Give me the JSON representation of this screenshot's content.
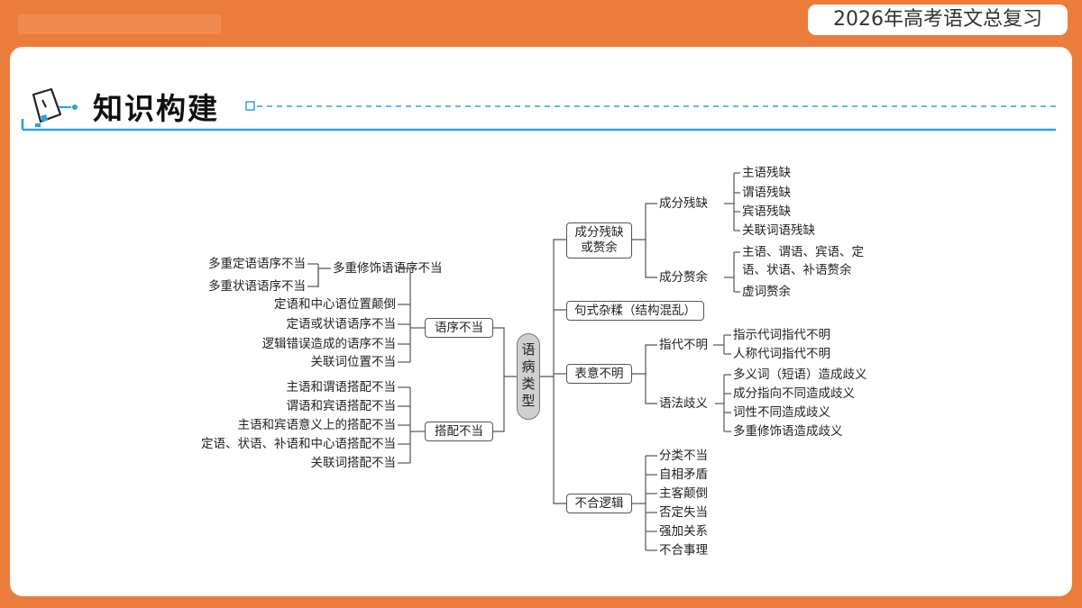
{
  "header": {
    "badge": "2026年高考语文总复习"
  },
  "section": {
    "title": "知识构建",
    "icon": "pencil-board-icon"
  },
  "colors": {
    "accent": "#ec7c3c",
    "line_blue": "#2aa2dc",
    "root_fill": "#cfcfcf"
  },
  "diagram": {
    "root": "语病类型",
    "left": {
      "yuxu": {
        "label": "语序不当",
        "multi_label": "多重修饰语语序不当",
        "multi_items": [
          "多重定语语序不当",
          "多重状语语序不当"
        ],
        "items": [
          "定语和中心语位置颠倒",
          "定语或状语语序不当",
          "逻辑错误造成的语序不当",
          "关联词位置不当"
        ]
      },
      "dapei": {
        "label": "搭配不当",
        "items": [
          "主语和谓语搭配不当",
          "谓语和宾语搭配不当",
          "主语和宾语意义上的搭配不当",
          "定语、状语、补语和中心语搭配不当",
          "关联词搭配不当"
        ]
      }
    },
    "right": {
      "chengfen": {
        "label": "成分残缺或赘余",
        "canque": {
          "label": "成分残缺",
          "items": [
            "主语残缺",
            "谓语残缺",
            "宾语残缺",
            "关联词语残缺"
          ]
        },
        "zhuiyu": {
          "label": "成分赘余",
          "items": [
            "主语、谓语、宾语、定语、状语、补语赘余",
            "虚词赘余"
          ]
        }
      },
      "zaro": {
        "label": "句式杂糅（结构混乱）"
      },
      "biaoyi": {
        "label": "表意不明",
        "zhidai": {
          "label": "指代不明",
          "items": [
            "指示代词指代不明",
            "人称代词指代不明"
          ]
        },
        "qiyi": {
          "label": "语法歧义",
          "items": [
            "多义词（短语）造成歧义",
            "成分指向不同造成歧义",
            "词性不同造成歧义",
            "多重修饰语造成歧义"
          ]
        }
      },
      "luoji": {
        "label": "不合逻辑",
        "items": [
          "分类不当",
          "自相矛盾",
          "主客颠倒",
          "否定失当",
          "强加关系",
          "不合事理"
        ]
      }
    }
  }
}
